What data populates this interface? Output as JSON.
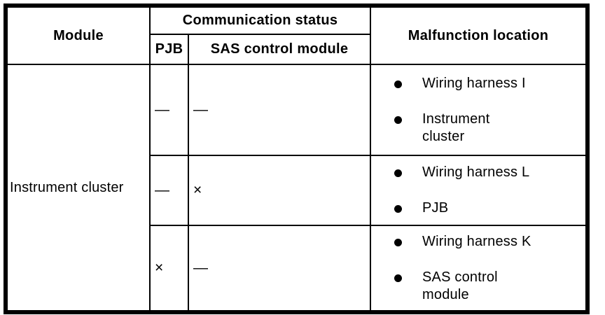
{
  "table": {
    "header": {
      "module": "Module",
      "communication_status": "Communication status",
      "pjb": "PJB",
      "sas_control_module": "SAS control module",
      "malfunction_location": "Malfunction location"
    },
    "module_name": "Instrument cluster",
    "rows": [
      {
        "pjb_status": "—",
        "sas_status": "—",
        "locations": [
          "Wiring harness I",
          "Instrument\ncluster"
        ]
      },
      {
        "pjb_status": "—",
        "sas_status": "×",
        "locations": [
          "Wiring harness L",
          "PJB"
        ]
      },
      {
        "pjb_status": "×",
        "sas_status": "—",
        "locations": [
          "Wiring harness K",
          "SAS control\nmodule"
        ]
      }
    ],
    "colors": {
      "border": "#000000",
      "background": "#ffffff",
      "text": "#000000"
    }
  }
}
